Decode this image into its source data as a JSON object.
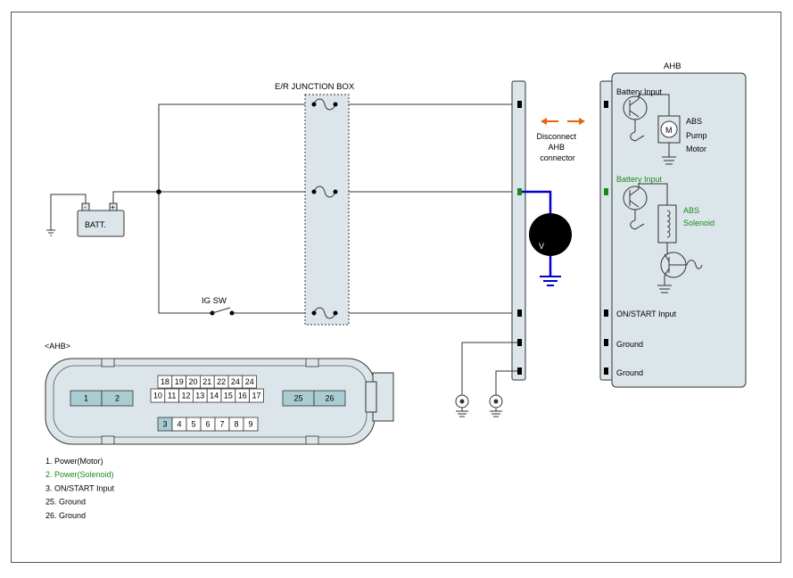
{
  "labels": {
    "junction_box": "E/R JUNCTION BOX",
    "battery": "BATT.",
    "battery_minus": "-",
    "battery_plus": "+",
    "ig_switch": "IG SW",
    "voltmeter": "V",
    "disconnect_line1": "Disconnect",
    "disconnect_line2": "AHB",
    "disconnect_line3": "connector",
    "ahb_title": "AHB",
    "battery_input_1": "Battery Input",
    "motor_symbol": "M",
    "abs_pump_line1": "ABS",
    "abs_pump_line2": "Pump",
    "abs_pump_line3": "Motor",
    "battery_input_2": "Battery Input",
    "abs_solenoid_line1": "ABS",
    "abs_solenoid_line2": "Solenoid",
    "on_start_input": "ON/START Input",
    "ground_1": "Ground",
    "ground_2": "Ground",
    "connector_title": "<AHB>"
  },
  "connector_pins": {
    "row_top": [
      "18",
      "19",
      "20",
      "21",
      "22",
      "24",
      "24"
    ],
    "row_mid": [
      "10",
      "11",
      "12",
      "13",
      "14",
      "15",
      "16",
      "17"
    ],
    "row_bottom": [
      "3",
      "4",
      "5",
      "6",
      "7",
      "8",
      "9"
    ],
    "left_pins": [
      "1",
      "2"
    ],
    "right_pins": [
      "25",
      "26"
    ]
  },
  "pin_legend": [
    {
      "text": "1. Power(Motor)",
      "color": "#000000"
    },
    {
      "text": "2. Power(Solenoid)",
      "color": "#1a8a1a"
    },
    {
      "text": "3.  ON/START Input",
      "color": "#000000"
    },
    {
      "text": "25. Ground",
      "color": "#000000"
    },
    {
      "text": "26. Ground",
      "color": "#000000"
    }
  ],
  "colors": {
    "measurement_wire": "#0000cc",
    "highlight_green": "#1a8a1a",
    "arrow_orange": "#e8620a",
    "box_fill": "#dce6ea",
    "pin_highlight": "#a8ccd2"
  }
}
